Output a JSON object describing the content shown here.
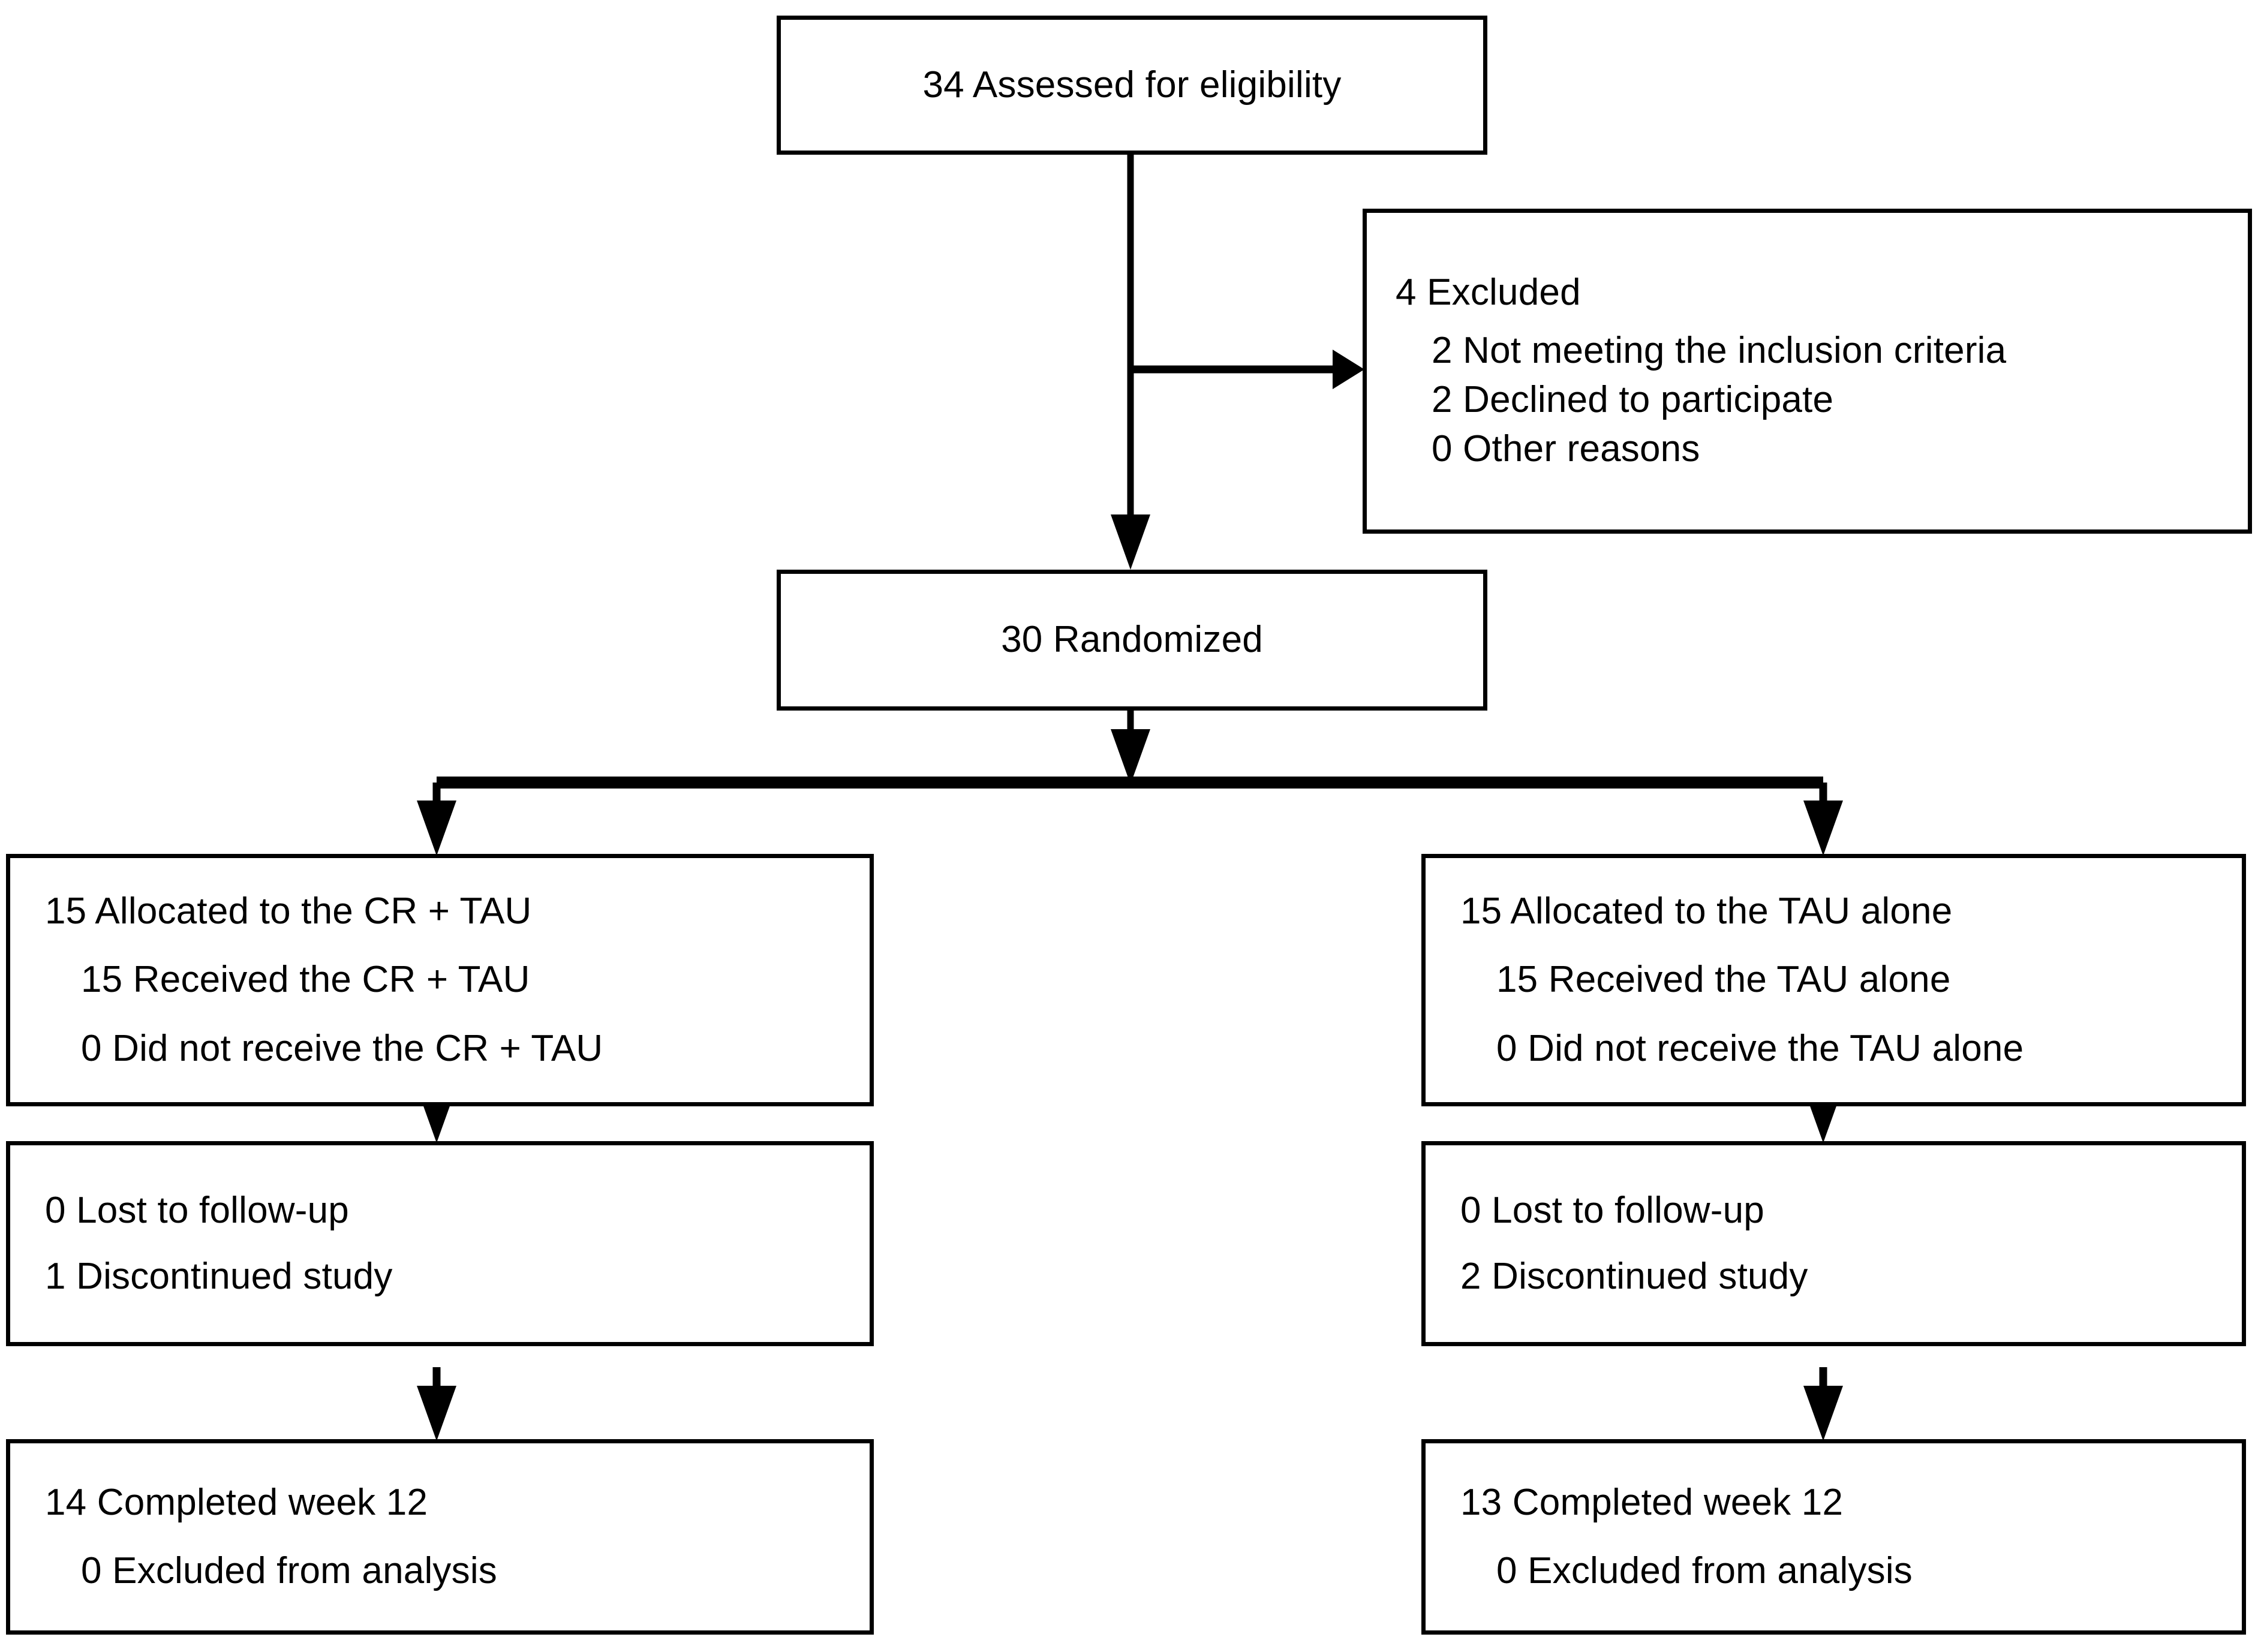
{
  "diagram": {
    "type": "consort-flow-diagram",
    "title": "CONSORT participant flow",
    "stroke_color": "#000000",
    "background_color": "#ffffff",
    "nodes": {
      "assessed": {
        "lines": [
          {
            "text": "34 Assessed for eligibility",
            "indent": false
          }
        ]
      },
      "excluded": {
        "lines": [
          {
            "text": "4 Excluded",
            "indent": false
          },
          {
            "text": "2 Not meeting the inclusion criteria",
            "indent": true
          },
          {
            "text": "2 Declined to participate",
            "indent": true
          },
          {
            "text": "0 Other reasons",
            "indent": true
          }
        ]
      },
      "randomized": {
        "lines": [
          {
            "text": "30 Randomized",
            "indent": false
          }
        ]
      },
      "allocation_left": {
        "lines": [
          {
            "text": "15 Allocated to the CR + TAU",
            "indent": false
          },
          {
            "text": "15 Received the CR + TAU",
            "indent": true
          },
          {
            "text": "0 Did not receive the CR + TAU",
            "indent": true
          }
        ]
      },
      "allocation_right": {
        "lines": [
          {
            "text": "15 Allocated to the TAU alone",
            "indent": false
          },
          {
            "text": "15 Received the TAU alone",
            "indent": true
          },
          {
            "text": "0 Did not receive the TAU alone",
            "indent": true
          }
        ]
      },
      "followup_left": {
        "lines": [
          {
            "text": "0 Lost to follow-up",
            "indent": false
          },
          {
            "text": "1 Discontinued study",
            "indent": false
          }
        ]
      },
      "followup_right": {
        "lines": [
          {
            "text": "0 Lost to follow-up",
            "indent": false
          },
          {
            "text": "2 Discontinued study",
            "indent": false
          }
        ]
      },
      "analysis_left": {
        "lines": [
          {
            "text": "14 Completed week 12",
            "indent": false
          },
          {
            "text": "0 Excluded from analysis",
            "indent": true
          }
        ]
      },
      "analysis_right": {
        "lines": [
          {
            "text": "13 Completed week 12",
            "indent": false
          },
          {
            "text": "0 Excluded from analysis",
            "indent": true
          }
        ]
      }
    },
    "counts": {
      "assessed_for_eligibility": 34,
      "excluded_total": 4,
      "excluded_not_meeting_inclusion_criteria": 2,
      "excluded_declined_to_participate": 2,
      "excluded_other_reasons": 0,
      "randomized": 30,
      "allocated_cr_tau": 15,
      "received_cr_tau": 15,
      "did_not_receive_cr_tau": 0,
      "allocated_tau_alone": 15,
      "received_tau_alone": 15,
      "did_not_receive_tau_alone": 0,
      "lost_to_followup_cr_tau": 0,
      "discontinued_cr_tau": 1,
      "lost_to_followup_tau_alone": 0,
      "discontinued_tau_alone": 2,
      "completed_week12_cr_tau": 14,
      "excluded_from_analysis_cr_tau": 0,
      "completed_week12_tau_alone": 13,
      "excluded_from_analysis_tau_alone": 0
    },
    "connectors": [
      {
        "name": "assessed-to-randomized",
        "kind": "vertical-arrow"
      },
      {
        "name": "assessed-to-excluded",
        "kind": "horizontal-arrow"
      },
      {
        "name": "randomized-split",
        "kind": "branch-arrow"
      },
      {
        "name": "alloc-left-to-followup-left",
        "kind": "vertical-arrow"
      },
      {
        "name": "alloc-right-to-followup-right",
        "kind": "vertical-arrow"
      },
      {
        "name": "followup-left-to-analysis-left",
        "kind": "vertical-arrow"
      },
      {
        "name": "followup-right-to-analysis-right",
        "kind": "vertical-arrow"
      }
    ]
  }
}
